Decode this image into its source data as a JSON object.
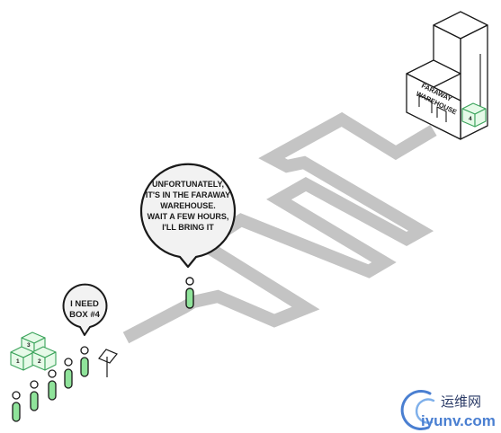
{
  "colors": {
    "path": "#c4c4c4",
    "stroke": "#1a1a1a",
    "green_fill": "#8fe39a",
    "green_light": "#e6fae8",
    "green_stroke": "#3aa35a",
    "bubble_fill": "#f2f2f2",
    "watermark_blue": "#4a7fd1",
    "watermark_dark": "#2a3a66"
  },
  "warehouse": {
    "sign_line1": "FARAWAY",
    "sign_line2": "WAREHOUSE",
    "box_number": "4"
  },
  "box_stack": {
    "box_top": "3",
    "box_left": "1",
    "box_right": "2"
  },
  "customer_bubble": {
    "line1": "I NEED",
    "line2": "BOX #4"
  },
  "worker_bubble": {
    "lines": [
      "UNFORTUNATELY,",
      "IT'S IN THE FARAWAY",
      "WAREHOUSE.",
      "WAIT A FEW HOURS,",
      "I'LL BRING IT"
    ]
  },
  "watermark": {
    "chinese": "运维网",
    "domain": "iyunv.com"
  }
}
